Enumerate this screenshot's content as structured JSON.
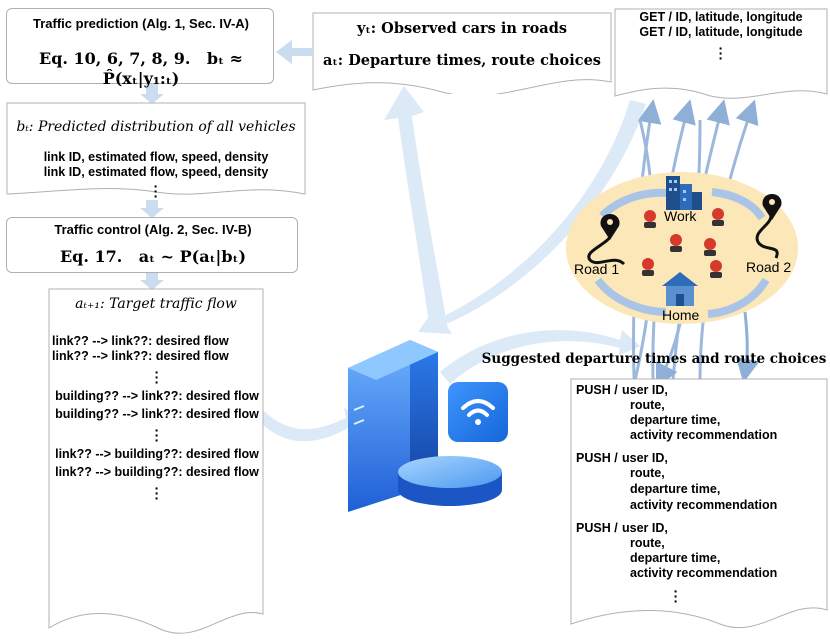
{
  "prediction": {
    "title": "Traffic prediction (Alg. 1, Sec. IV-A)",
    "eq_refs": "Eq. 10, 6, 7, 8, 9.",
    "formula": "bₜ ≈ P̂(xₜ|y₁:ₜ)"
  },
  "observation": {
    "y_line": "yₜ: Observed cars in roads",
    "a_line": "aₜ: Departure times, route choices"
  },
  "gps_doc": {
    "lines": [
      "GET / ID, latitude, longitude",
      "GET / ID, latitude, longitude"
    ]
  },
  "belief_doc": {
    "title": "bₜ: Predicted distribution of all vehicles",
    "lines": [
      "link ID, estimated flow, speed, density",
      "link ID, estimated flow, speed, density"
    ]
  },
  "control": {
    "title": "Traffic control (Alg. 2, Sec. IV-B)",
    "eq_ref": "Eq. 17.",
    "formula": "aₜ ~ P(aₜ|bₜ)"
  },
  "target_doc": {
    "title": "aₜ₊₁: Target traffic flow",
    "lines": [
      "link?? --> link??: desired flow",
      "link?? --> link??: desired flow",
      "building?? --> link??: desired flow",
      "building?? --> link??: desired flow",
      "link?? --> building??: desired flow",
      "link?? --> building??: desired flow"
    ]
  },
  "map": {
    "work": "Work",
    "road1": "Road 1",
    "road2": "Road 2",
    "home": "Home"
  },
  "suggested_label": "Suggested departure times and route choices",
  "push_doc": {
    "prefix": "PUSH /",
    "entries": [
      [
        "user ID,",
        "route,",
        "departure time,",
        "activity recommendation"
      ],
      [
        "user ID,",
        "route,",
        "departure time,",
        "activity recommendation"
      ],
      [
        "user ID,",
        "route,",
        "departure time,",
        "activity recommendation"
      ]
    ]
  },
  "colors": {
    "arrow_light": "#c9dcf0",
    "arrow_dark": "#8fb0d6",
    "map_bg": "#fbe7b8",
    "server_blue": "#2f7de8",
    "wifi_blue": "#1e7ff0"
  }
}
